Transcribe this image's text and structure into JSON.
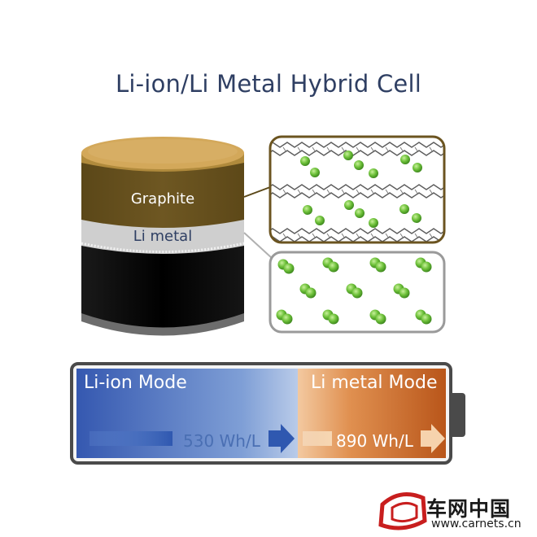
{
  "title": "Li-ion/Li Metal Hybrid Cell",
  "cell": {
    "graphite_label": "Graphite",
    "li_metal_label": "Li metal"
  },
  "battery": {
    "left_mode": "Li-ion Mode",
    "right_mode": "Li metal Mode",
    "left_value": "530 Wh/L",
    "right_value": "890 Wh/L"
  },
  "logo": {
    "name": "车网中国",
    "url": "www.carnets.cn"
  },
  "colors": {
    "title": "#2f3f63",
    "graphite_top": "#d3a85a",
    "graphite_body": "#6b5420",
    "li_metal": "#cfcfcf",
    "black_layer": "#111111",
    "atom": "#6ec13a",
    "frame_gold": "#6b5420",
    "frame_gray": "#9a9a9a",
    "blue": "#3f63b8",
    "orange": "#c4661f"
  }
}
